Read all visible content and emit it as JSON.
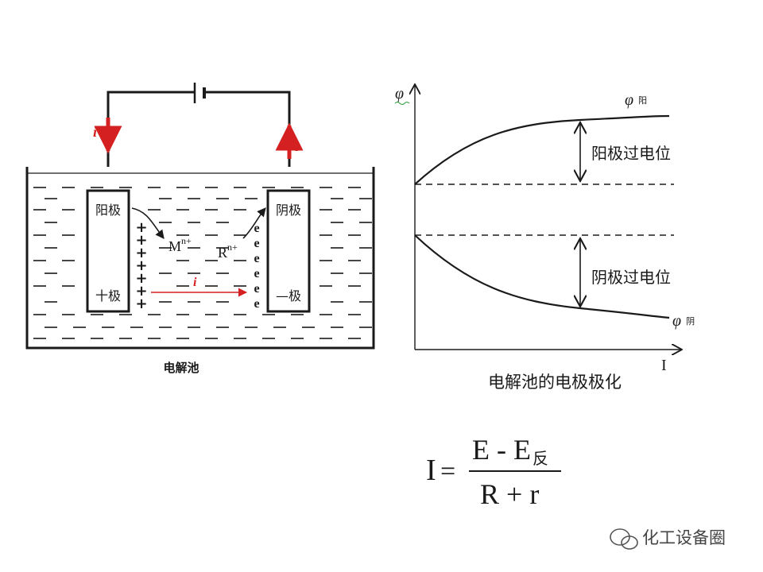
{
  "diagram": {
    "anode_label": "阳极",
    "cathode_label": "阴极",
    "anode_sign_label": "十极",
    "cathode_sign_label": "—极",
    "current_symbol": "i",
    "metal_ion": "M",
    "metal_ion_charge": "n+",
    "r_ion": "R",
    "r_ion_charge": "n+",
    "electron_symbol": "e",
    "plus_symbol": "+",
    "cell_caption": "电解池"
  },
  "plot": {
    "y_axis_label": "φ",
    "x_axis_label": "I",
    "anode_curve_label": "φ",
    "anode_curve_sub": "阳",
    "cathode_curve_label": "φ",
    "cathode_curve_sub": "阴",
    "anode_overpotential_label": "阳极过电位",
    "cathode_overpotential_label": "阴极过电位",
    "caption": "电解池的电极极化"
  },
  "formula": {
    "lhs": "I",
    "equals": "=",
    "numerator": "E - E",
    "numerator_sub": "反",
    "denominator": "R + r"
  },
  "watermark": {
    "text": "化工设备圈",
    "icon": "wechat-icon"
  },
  "colors": {
    "current_arrow": "#d42020",
    "line": "#1a1a1a"
  }
}
